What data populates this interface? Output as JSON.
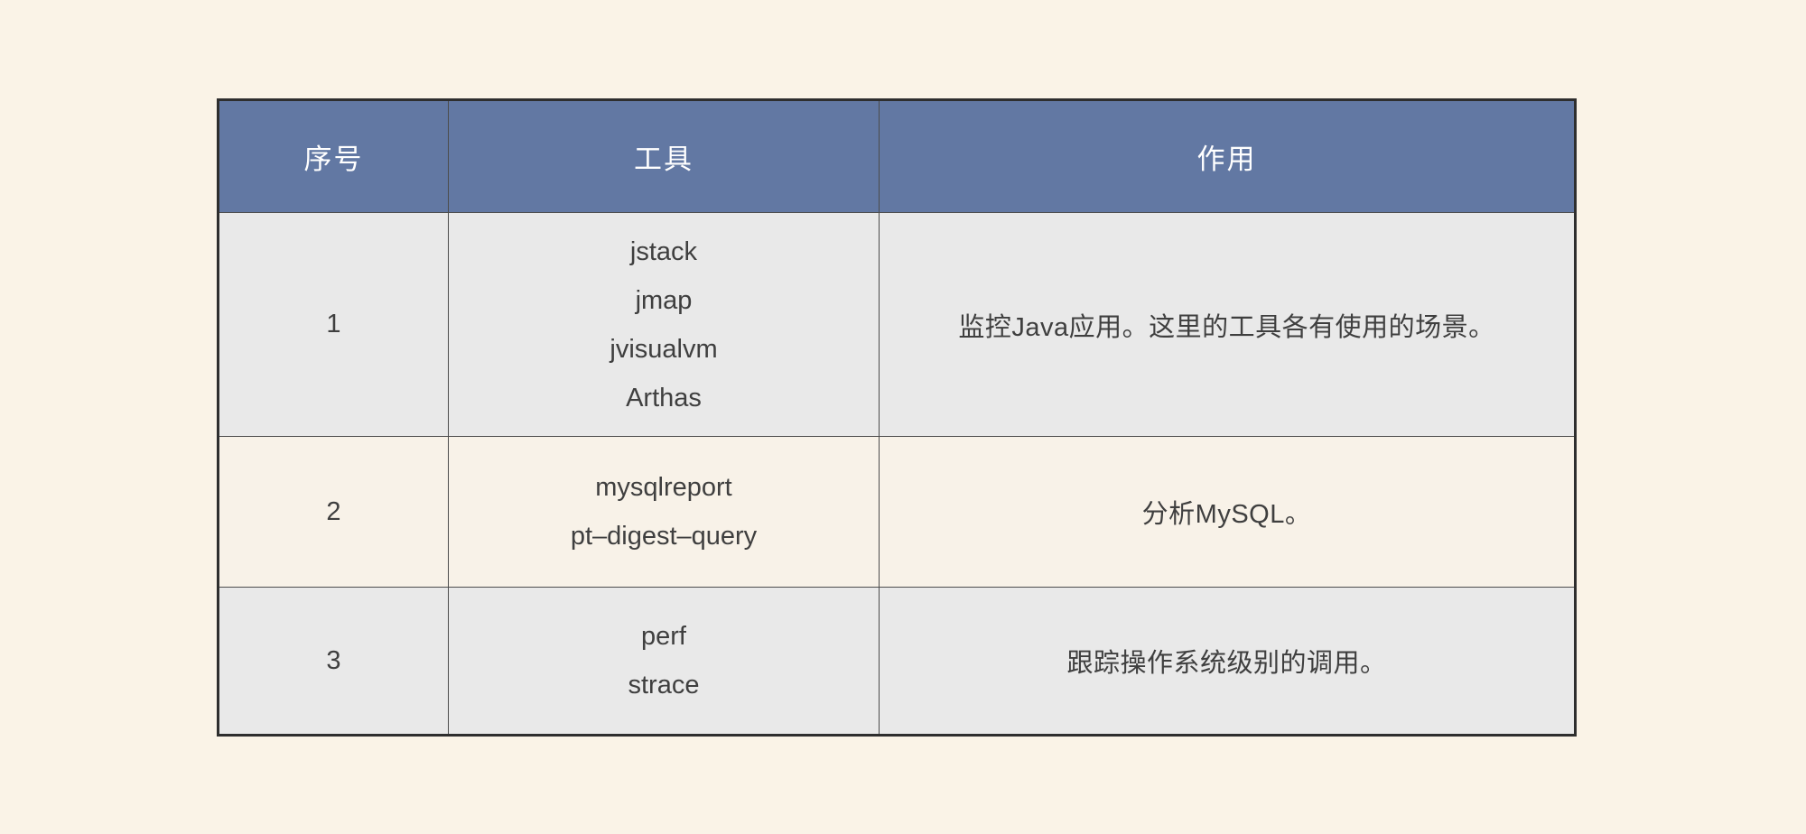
{
  "theme": {
    "page_bg": "#faf3e7",
    "header_bg": "#6278a3",
    "header_text": "#ffffff",
    "row_gray_bg": "#e9e9e9",
    "row_cream_bg": "#f8f2e8",
    "grid_line": "#4c4c4c",
    "outer_border": "#2e2e2e",
    "body_text": "#3f3f3f"
  },
  "table": {
    "headers": [
      "序号",
      "工具",
      "作用"
    ],
    "rows": [
      {
        "index": "1",
        "tools": [
          "jstack",
          "jmap",
          "jvisualvm",
          "Arthas"
        ],
        "purpose": "监控Java应用。这里的工具各有使用的场景。"
      },
      {
        "index": "2",
        "tools": [
          "mysqlreport",
          "pt–digest–query"
        ],
        "purpose": "分析MySQL。"
      },
      {
        "index": "3",
        "tools": [
          "perf",
          "strace"
        ],
        "purpose": "跟踪操作系统级别的调用。"
      }
    ]
  }
}
